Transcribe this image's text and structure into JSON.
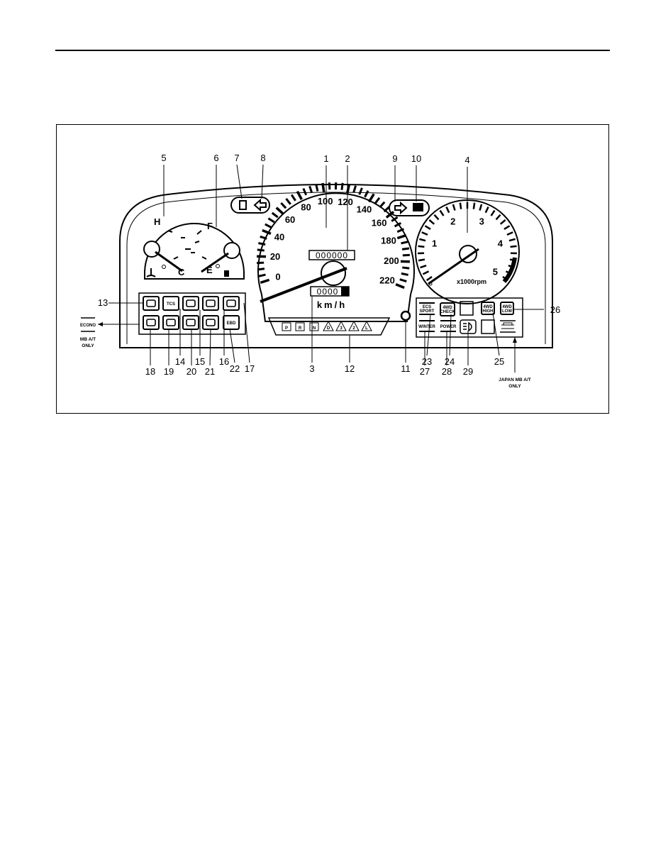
{
  "speedometer": {
    "scale": [
      "0",
      "20",
      "40",
      "60",
      "80",
      "100",
      "120",
      "140",
      "160",
      "180",
      "200",
      "220"
    ],
    "unit": "km/h",
    "odometer": "000000",
    "tripmeter": "0000"
  },
  "tachometer": {
    "scale": [
      "0",
      "1",
      "2",
      "3",
      "4",
      "5"
    ],
    "unit": "x1000rpm"
  },
  "temp_gauge": {
    "hot": "H",
    "cold": "C"
  },
  "fuel_gauge": {
    "full": "F",
    "empty": "E"
  },
  "left_lamps": {
    "row1": [
      "",
      "TCS",
      "",
      "",
      ""
    ],
    "row2": [
      "",
      "",
      "",
      "",
      "EBD"
    ]
  },
  "right_lamps": {
    "ecs_sport": "ECS\nSPORT",
    "winter": "WINTER",
    "power": "POWER",
    "check": "4WD\nCHECK",
    "high": "4WD\nHIGH",
    "low": "4WD\nLOW"
  },
  "shift_indicator": [
    "P",
    "R",
    "N",
    "D",
    "3",
    "2",
    "L"
  ],
  "econo": {
    "label": "ECONO",
    "note": "MB A/T\nONLY"
  },
  "japan_note": "JAPAN MB A/T\nONLY",
  "callouts": [
    "1",
    "2",
    "3",
    "4",
    "5",
    "6",
    "7",
    "8",
    "9",
    "10",
    "11",
    "12",
    "13",
    "14",
    "15",
    "16",
    "17",
    "18",
    "19",
    "20",
    "21",
    "22",
    "23",
    "24",
    "25",
    "26",
    "27",
    "28",
    "29"
  ]
}
